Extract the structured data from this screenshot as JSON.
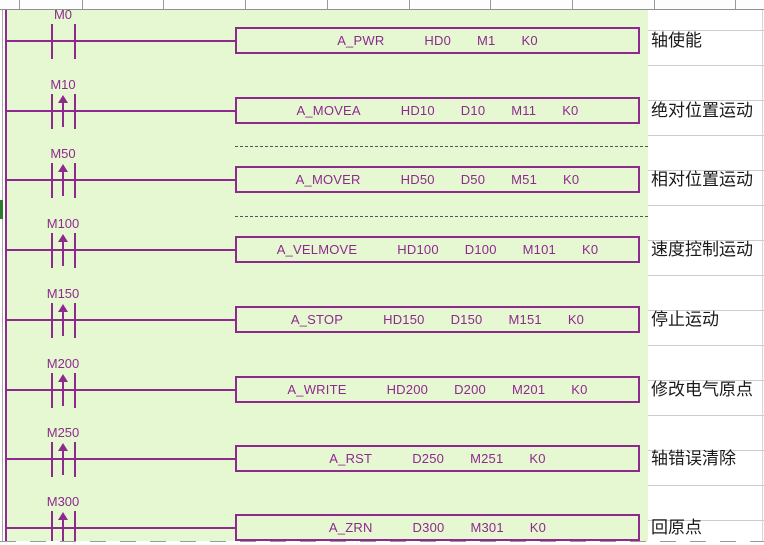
{
  "app": {
    "type": "plc-ladder-editor",
    "canvas_color": "#E6F8D2",
    "ladder_color": "#8E2A8E",
    "comment_text_color": "#1a1a1a"
  },
  "ladder": {
    "rungs": [
      {
        "contact": "M0",
        "edge": "none",
        "instruction": "A_PWR",
        "operands": [
          "HD0",
          "M1",
          "K0"
        ],
        "comment": "轴使能",
        "separator_above": false
      },
      {
        "contact": "M10",
        "edge": "rising",
        "instruction": "A_MOVEA",
        "operands": [
          "HD10",
          "D10",
          "M11",
          "K0"
        ],
        "comment": "绝对位置运动",
        "separator_above": false
      },
      {
        "contact": "M50",
        "edge": "rising",
        "instruction": "A_MOVER",
        "operands": [
          "HD50",
          "D50",
          "M51",
          "K0"
        ],
        "comment": "相对位置运动",
        "separator_above": true
      },
      {
        "contact": "M100",
        "edge": "rising",
        "instruction": "A_VELMOVE",
        "operands": [
          "HD100",
          "D100",
          "M101",
          "K0"
        ],
        "comment": "速度控制运动",
        "separator_above": true
      },
      {
        "contact": "M150",
        "edge": "rising",
        "instruction": "A_STOP",
        "operands": [
          "HD150",
          "D150",
          "M151",
          "K0"
        ],
        "comment": "停止运动",
        "separator_above": false
      },
      {
        "contact": "M200",
        "edge": "rising",
        "instruction": "A_WRITE",
        "operands": [
          "HD200",
          "D200",
          "M201",
          "K0"
        ],
        "comment": "修改电气原点",
        "separator_above": false
      },
      {
        "contact": "M250",
        "edge": "rising",
        "instruction": "A_RST",
        "operands": [
          "D250",
          "M251",
          "K0"
        ],
        "comment": "轴错误清除",
        "separator_above": false
      },
      {
        "contact": "M300",
        "edge": "rising",
        "instruction": "A_ZRN",
        "operands": [
          "D300",
          "M301",
          "K0"
        ],
        "comment": "回原点",
        "separator_above": false
      }
    ]
  }
}
